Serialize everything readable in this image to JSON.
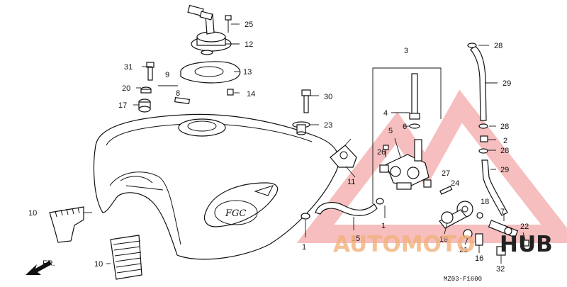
{
  "diagram": {
    "code": "MZ03-F1600",
    "direction_label": "FR.",
    "emblem_text": "FGC",
    "callouts": [
      "1",
      "1",
      "2",
      "3",
      "4",
      "5",
      "6",
      "7",
      "8",
      "9",
      "10",
      "10",
      "11",
      "12",
      "13",
      "14",
      "15",
      "16",
      "17",
      "18",
      "19",
      "20",
      "21",
      "22",
      "23",
      "24",
      "25",
      "26",
      "27",
      "28",
      "28",
      "28",
      "29",
      "29",
      "30",
      "31",
      "32"
    ]
  },
  "watermark": {
    "brand_left": "AUTOMOTO",
    "brand_right": "HUB",
    "colors": {
      "triangle": "#f0a7a7",
      "text": "#f2b27a",
      "hub": "#222222"
    }
  }
}
